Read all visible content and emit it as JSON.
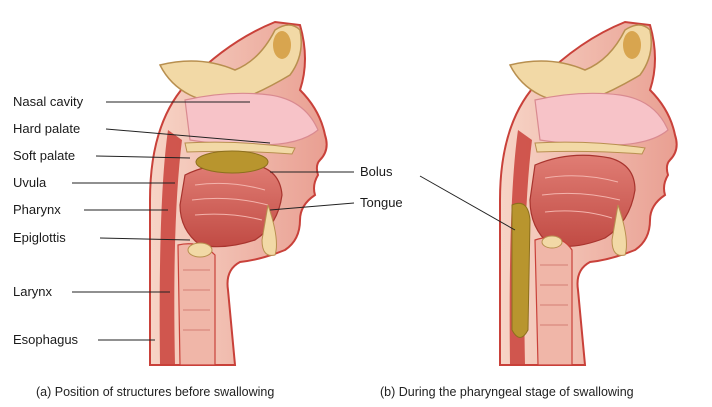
{
  "labels_left": {
    "nasal_cavity": "Nasal cavity",
    "hard_palate": "Hard palate",
    "soft_palate": "Soft palate",
    "uvula": "Uvula",
    "pharynx": "Pharynx",
    "epiglottis": "Epiglottis",
    "larynx": "Larynx",
    "esophagus": "Esophagus"
  },
  "labels_right": {
    "bolus": "Bolus",
    "tongue": "Tongue"
  },
  "captions": {
    "a": "(a) Position of structures before swallowing",
    "b": "(b) During the pharyngeal stage of swallowing"
  },
  "colors": {
    "skin": "#f3c7b4",
    "tissue_pink": "#e9a7a0",
    "tissue_red": "#c9413a",
    "muscle": "#d0625a",
    "bone": "#f2d9a6",
    "bolus": "#b8952e",
    "cavity": "#f6dde2",
    "leader": "#222222"
  }
}
